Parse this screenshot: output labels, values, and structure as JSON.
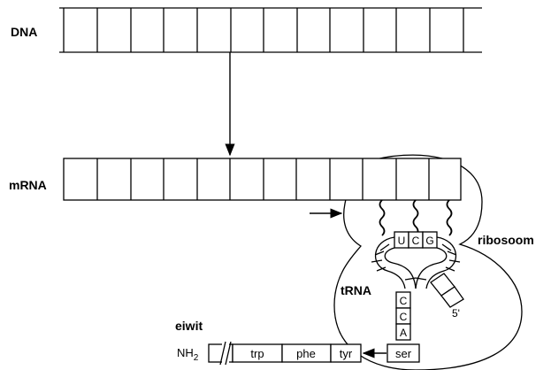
{
  "labels": {
    "dna": "DNA",
    "mrna": "mRNA",
    "ribosome": "ribosoom",
    "trna": "tRNA",
    "protein": "eiwit",
    "five_prime": "5'"
  },
  "anticodon": [
    "U",
    "C",
    "G"
  ],
  "trna_acceptor": [
    "C",
    "C",
    "A"
  ],
  "trna_amino_acid": "ser",
  "protein_chain": {
    "n_terminus": "NH",
    "n_terminus_subscript": "2",
    "residues": [
      "trp",
      "phe",
      "tyr"
    ]
  }
}
